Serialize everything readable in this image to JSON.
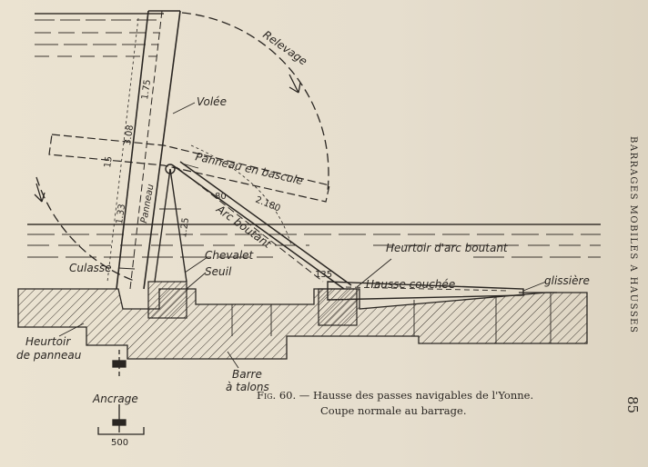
{
  "figure": {
    "labels": {
      "releva": "Relevage",
      "volee": "Volée",
      "panneau_bascule": "Panneau en bascule",
      "panneau": "Panneau",
      "arc_boutant": "Arc boutant",
      "chevalet": "Chevalet",
      "seuil": "Seuil",
      "culasse": "Culasse",
      "heurtoir_arc": "Heurtoir d'arc boutant",
      "hausse_couchee": "Hausse couchée",
      "glissiere": "glissière",
      "heurtoir_panneau_1": "Heurtoir",
      "heurtoir_panneau_2": "de panneau",
      "barre_1": "Barre",
      "barre_2": "à talons",
      "ancrage": "Ancrage"
    },
    "dimensions": {
      "d_175": "1.75",
      "d_308": "3.08",
      "d_133": "1.33",
      "d_15": "15",
      "d_125": "1.25",
      "d_2180": "2.180",
      "d_80": "80",
      "d_135": "135",
      "d_500": "500"
    }
  },
  "caption": {
    "fig_label": "Fig. 60.",
    "line1": "— Hausse des passes navigables de l'Yonne.",
    "line2": "Coupe normale au barrage."
  },
  "running_head": "BARRAGES MOBILES A HAUSSES",
  "page_number": "85"
}
